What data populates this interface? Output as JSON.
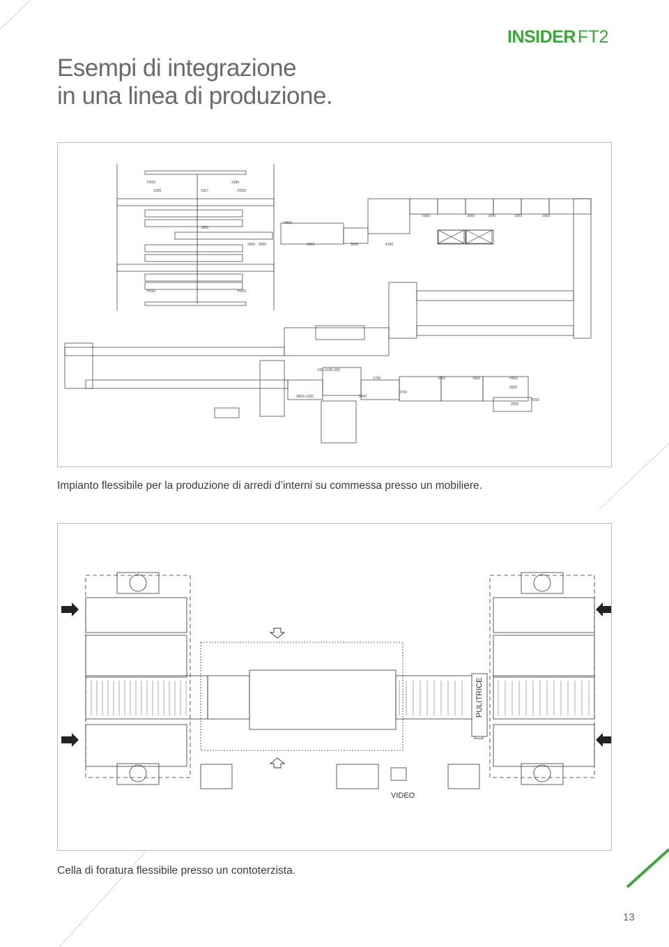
{
  "logo": {
    "bold": "INSIDER",
    "light": "FT2",
    "color": "#3da63a"
  },
  "heading": {
    "line1": "Esempi di integrazione",
    "line2": "in una linea di produzione."
  },
  "figure1": {
    "caption": "Impianto flessibile per la produzione di arredi d’interni su commessa presso un mobiliere.",
    "dimensions": [
      "H250",
      "3186",
      "3167",
      "3186",
      "H250",
      "H900",
      "5000",
      "3000",
      "3000",
      "3000",
      "3000",
      "1500",
      "2000",
      "3000",
      "5800",
      "3000",
      "4100",
      "H250",
      "H250",
      "130÷1100÷150",
      "1750",
      "3000",
      "3000",
      "H900",
      "2500",
      "3600÷1200",
      "2400",
      "3700",
      "H250",
      "2500"
    ]
  },
  "figure2": {
    "caption": "Cella di foratura flessibile presso un contoterzista.",
    "labels": {
      "polisher": "PULITRICE",
      "video": "VIDEO"
    }
  },
  "page": {
    "number": "13"
  },
  "colors": {
    "accent": "#3da63a",
    "stroke": "#333333"
  }
}
